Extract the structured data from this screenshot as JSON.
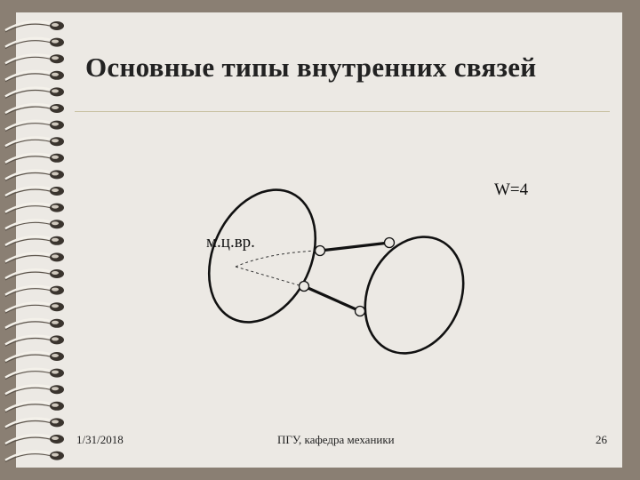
{
  "slide": {
    "title": "Основные типы внутренних связей",
    "w_label": "W=4",
    "mcv_label": "м.ц.вр.",
    "footer": {
      "date": "1/31/2018",
      "center": "ПГУ, кафедра механики",
      "page_number": "26"
    }
  },
  "colors": {
    "frame": "#8a7f73",
    "page": "#ece9e4",
    "rule": "#c9c2a3"
  }
}
